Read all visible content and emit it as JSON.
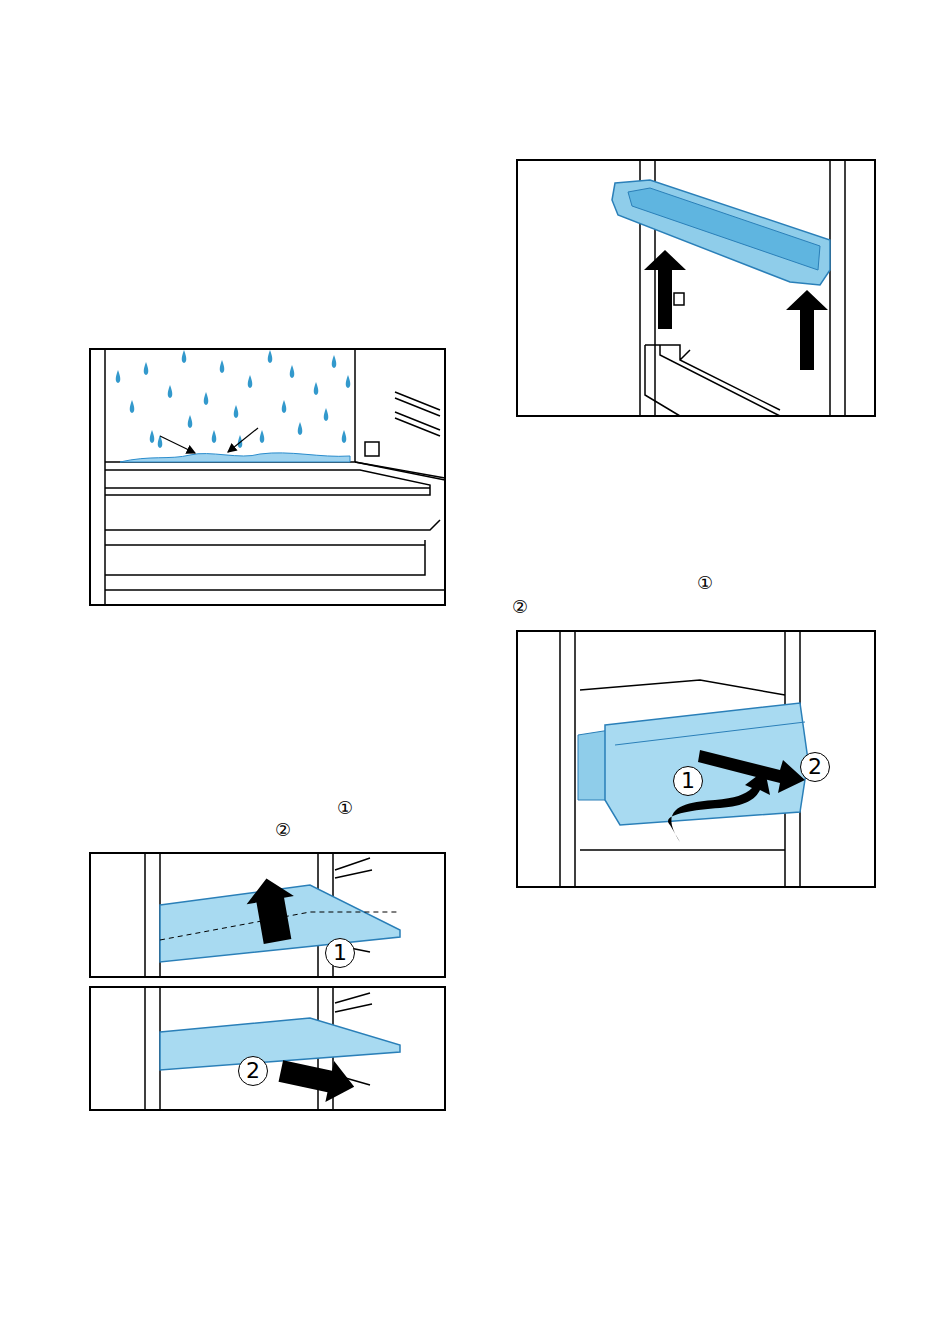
{
  "diagram": {
    "labels": [
      "①",
      "②",
      "①",
      "②",
      "1",
      "2",
      "2",
      "1"
    ]
  }
}
